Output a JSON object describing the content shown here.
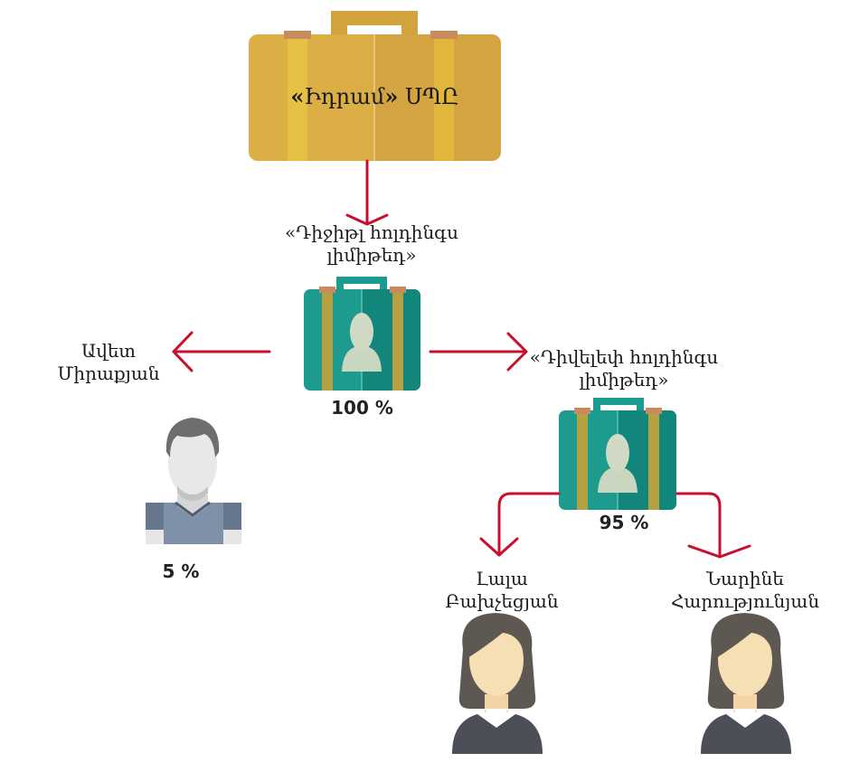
{
  "company": {
    "quote_open": "«",
    "name": "Իդրամ",
    "quote_close": "»",
    "suffix": " ՍՊԸ"
  },
  "holding_1": {
    "name_line1": "«Դիջիթլ հոլդինգս",
    "name_line2": "լիմիթեդ»",
    "share": "100 %"
  },
  "holding_2": {
    "name_line1": "«Դիվելեփ հոլդինգս",
    "name_line2": "լիմիթեդ»",
    "share": "95 %"
  },
  "person_aven": {
    "name_line1": "Ավետ",
    "name_line2": "Միրաքյան",
    "share": "5 %"
  },
  "person_lala": {
    "name_line1": "Լալա",
    "name_line2": "Բախչեցյան"
  },
  "person_narine": {
    "name_line1": "Նարինե",
    "name_line2": "Հարությունյան"
  },
  "colors": {
    "arrow": "#c8102e",
    "company_case": "#dcae46",
    "holding_case": "#1e9b8f",
    "stripe": "#b5a042"
  }
}
